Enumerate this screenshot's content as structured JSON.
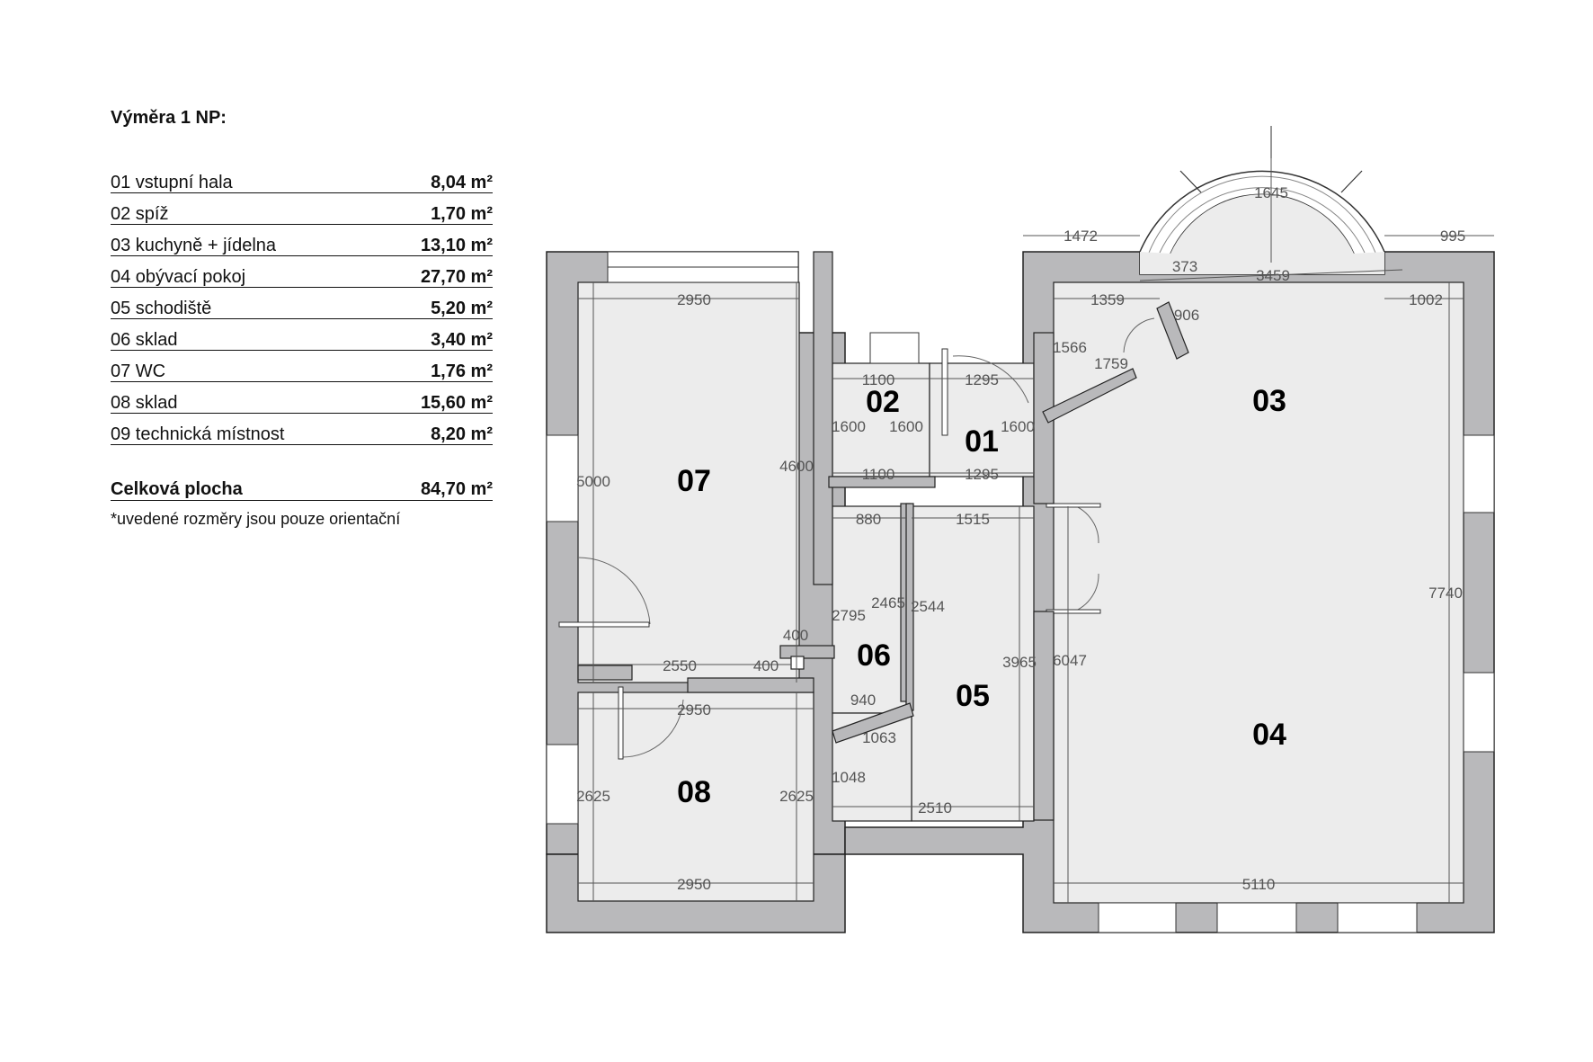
{
  "legend": {
    "title": "Výměra 1 NP:",
    "rows": [
      {
        "name": "01 vstupní hala",
        "area": "8,04 m²"
      },
      {
        "name": "02 spíž",
        "area": "1,70 m²"
      },
      {
        "name": "03 kuchyně + jídelna",
        "area": "13,10 m²"
      },
      {
        "name": "04 obývací  pokoj",
        "area": "27,70 m²"
      },
      {
        "name": "05 schodiště",
        "area": "5,20 m²"
      },
      {
        "name": "06 sklad",
        "area": "3,40 m²"
      },
      {
        "name": "07 WC",
        "area": "1,76 m²"
      },
      {
        "name": "08 sklad",
        "area": "15,60 m²"
      },
      {
        "name": "09 technická místnost",
        "area": "8,20 m²"
      }
    ],
    "total_label": "Celková plocha",
    "total_area": "84,70 m²",
    "note": "*uvedené rozměry jsou pouze orientační"
  },
  "rooms": {
    "r01": "01",
    "r02": "02",
    "r03": "03",
    "r04": "04",
    "r05": "05",
    "r06": "06",
    "r07": "07",
    "r08": "08"
  },
  "dims": {
    "d2950_top": "2950",
    "d5000": "5000",
    "d4600": "4600",
    "d2550": "2550",
    "d400a": "400",
    "d400b": "400",
    "d2950_mid": "2950",
    "d2625a": "2625",
    "d2625b": "2625",
    "d2950_bot": "2950",
    "d1100a": "1100",
    "d1600a": "1600",
    "d1600b": "1600",
    "d1100b": "1100",
    "d1295a": "1295",
    "d1600c": "1600",
    "d1295b": "1295",
    "d880": "880",
    "d1515": "1515",
    "d2795": "2795",
    "d2465": "2465",
    "d2544": "2544",
    "d940": "940",
    "d1063": "1063",
    "d1048": "1048",
    "d2510": "2510",
    "d3965": "3965",
    "d6047": "6047",
    "d1472": "1472",
    "d1645": "1645",
    "d995": "995",
    "d373": "373",
    "d3459": "3459",
    "d1359": "1359",
    "d906": "906",
    "d1002": "1002",
    "d1566": "1566",
    "d1759": "1759",
    "d7740": "7740",
    "d5110": "5110"
  },
  "colors": {
    "wall": "#b9b9bb",
    "floor": "#ececec",
    "line": "#333333"
  }
}
